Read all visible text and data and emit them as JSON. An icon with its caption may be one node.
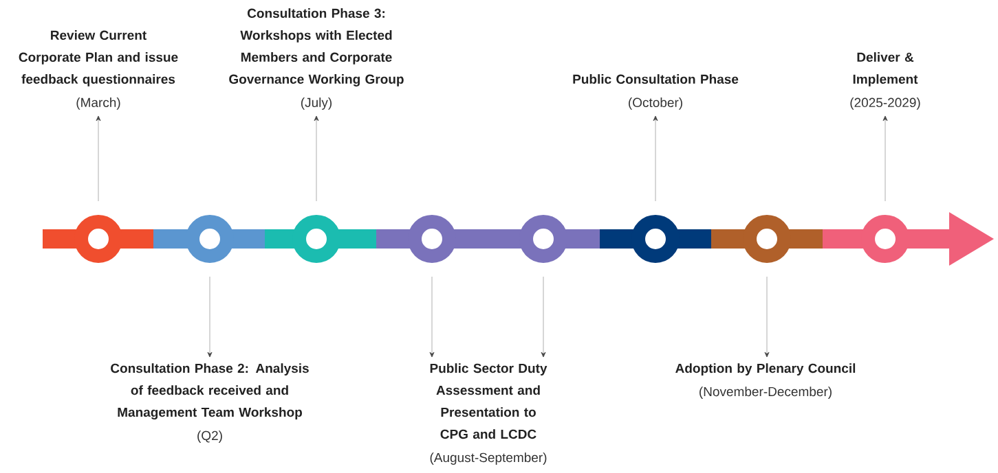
{
  "diagram": {
    "nodes": [
      {
        "text": [],
        "shape": "circle"
      },
      {
        "text": [],
        "shape": "circle"
      },
      {
        "text": [],
        "shape": "circle"
      },
      {
        "text": [],
        "shape": "circle"
      },
      {
        "text": [],
        "shape": "circle"
      },
      {
        "text": [],
        "shape": "circle"
      },
      {
        "text": [],
        "shape": "circle"
      },
      {
        "text": [],
        "shape": "circle"
      },
      {
        "text": [
          "Review Current Corporate Plan and issue feedback questionnaires",
          "(March)"
        ]
      },
      {
        "text": [
          "Consultation Phase 3: Workshops with Elected Members and Corporate Governance Working Group",
          "(July)"
        ]
      },
      {
        "text": [
          "Public Consultation Phase",
          "(October)"
        ]
      },
      {
        "text": [
          "Deliver & Implement",
          "(2025-2029)"
        ]
      },
      {
        "text": [
          "Consultation Phase 2: Analysis of feedback received and Management Team Workshop",
          "(Q2)"
        ]
      },
      {
        "text": [
          "Public Sector Duty Assessment and Presentation to CPG and LCDC",
          "(August-September)"
        ]
      },
      {
        "text": [
          "Adoption by Plenary Council",
          "(November-December)"
        ]
      },
      {
        "text": [],
        "shape": "bar"
      },
      {
        "text": [],
        "shape": "bar"
      },
      {
        "text": [],
        "shape": "bar"
      },
      {
        "text": [],
        "shape": "bar"
      },
      {
        "text": [],
        "shape": "bar"
      },
      {
        "text": [],
        "shape": "bar"
      },
      {
        "text": [],
        "shape": "bar"
      }
    ],
    "edges": [
      {
        "from": 0,
        "to": 8,
        "arrow": "to"
      },
      {
        "from": 1,
        "to": 12,
        "arrow": "to"
      },
      {
        "from": 2,
        "to": 9,
        "arrow": "to"
      },
      {
        "from": 3,
        "to": 13,
        "arrow": "to"
      },
      {
        "from": 4,
        "to": 13,
        "arrow": "to"
      },
      {
        "from": 5,
        "to": 10,
        "arrow": "to"
      },
      {
        "from": 6,
        "to": 14,
        "arrow": "to"
      },
      {
        "from": 7,
        "to": 11,
        "arrow": "to"
      }
    ]
  }
}
